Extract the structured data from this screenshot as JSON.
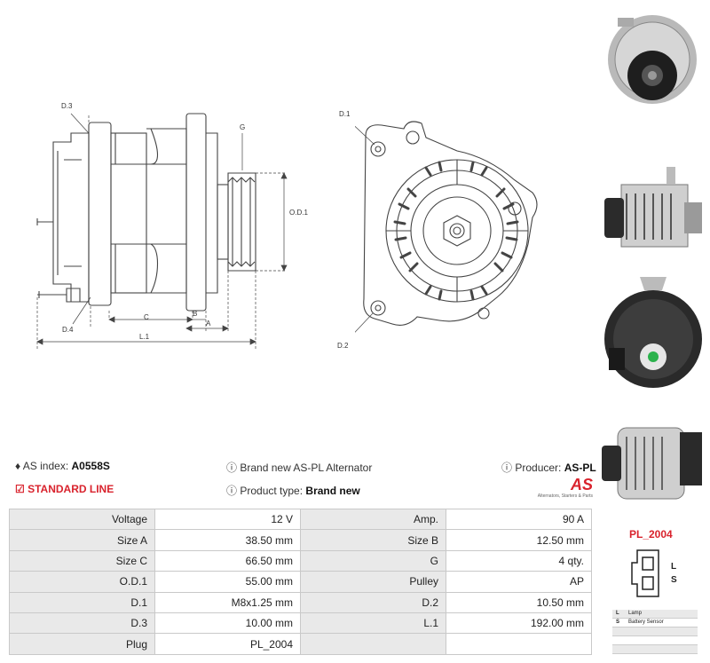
{
  "drawing_labels": {
    "d3": "D.3",
    "d4": "D.4",
    "c": "C",
    "b": "B",
    "a": "A",
    "l1": "L.1",
    "g": "G",
    "od1": "O.D.1",
    "d1": "D.1",
    "d2": "D.2"
  },
  "info": {
    "as_index_label": "AS index:",
    "as_index_value": "A0558S",
    "brand_text": "Brand new AS-PL Alternator",
    "producer_label": "Producer:",
    "producer_value": "AS-PL",
    "standard_line": "STANDARD LINE",
    "product_type_label": "Product type:",
    "product_type_value": "Brand new",
    "logo_text": "AS",
    "logo_tagline": "Alternators, Starters & Parts"
  },
  "specs": [
    [
      "Voltage",
      "12 V",
      "Amp.",
      "90 A"
    ],
    [
      "Size A",
      "38.50 mm",
      "Size B",
      "12.50 mm"
    ],
    [
      "Size C",
      "66.50 mm",
      "G",
      "4 qty."
    ],
    [
      "O.D.1",
      "55.00 mm",
      "Pulley",
      "AP"
    ],
    [
      "D.1",
      "M8x1.25 mm",
      "D.2",
      "10.50 mm"
    ],
    [
      "D.3",
      "10.00 mm",
      "L.1",
      "192.00 mm"
    ],
    [
      "Plug",
      "PL_2004",
      "",
      ""
    ]
  ],
  "plug": {
    "title": "PL_2004",
    "pin_l": "L",
    "pin_s": "S",
    "legend": [
      {
        "code": "L",
        "desc": "Lamp"
      },
      {
        "code": "S",
        "desc": "Battery Sensor"
      }
    ]
  },
  "colors": {
    "accent_red": "#d9232d",
    "table_header_bg": "#e9e9e9",
    "border": "#c9c9c9"
  }
}
